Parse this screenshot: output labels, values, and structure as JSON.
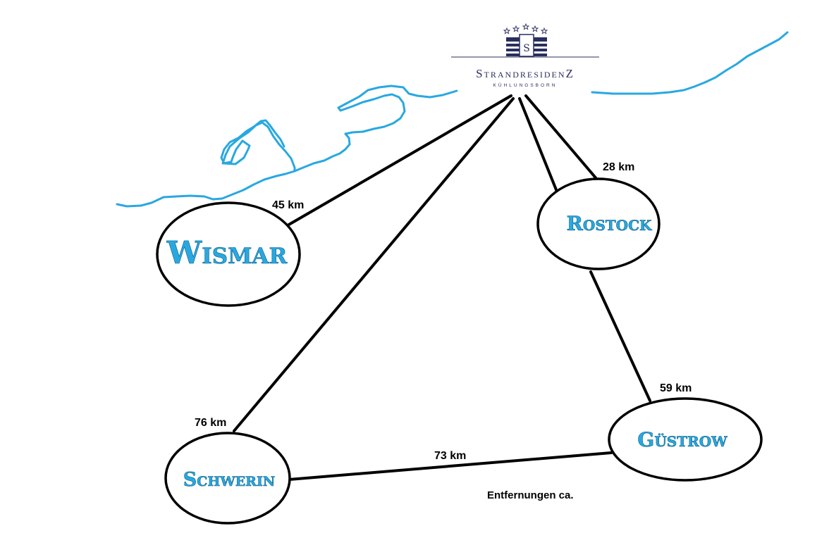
{
  "brand": {
    "name": "StrandresidenZ",
    "subtitle": "KÜHLUNGSBORN",
    "logo_color": "#2a2f5e"
  },
  "colors": {
    "coastline": "#29a8e0",
    "city_text": "#29a8e0",
    "route": "#000000"
  },
  "cities": {
    "wismar": "Wismar",
    "rostock": "Rostock",
    "guestrow": "Güstrow",
    "schwerin": "Schwerin"
  },
  "distances": {
    "wismar": "45 km",
    "rostock": "28 km",
    "guestrow": "59 km",
    "schwerin": "76 km",
    "schwerin_guestrow": "73 km"
  },
  "note": "Entfernungen ca."
}
